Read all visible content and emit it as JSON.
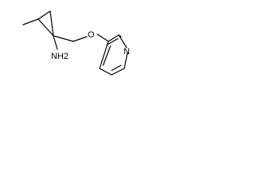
{
  "molecule": {
    "atom_labels": {
      "amine": "NH2",
      "ether_oxygen": "O",
      "pyridine_nitrogen": "N"
    }
  }
}
